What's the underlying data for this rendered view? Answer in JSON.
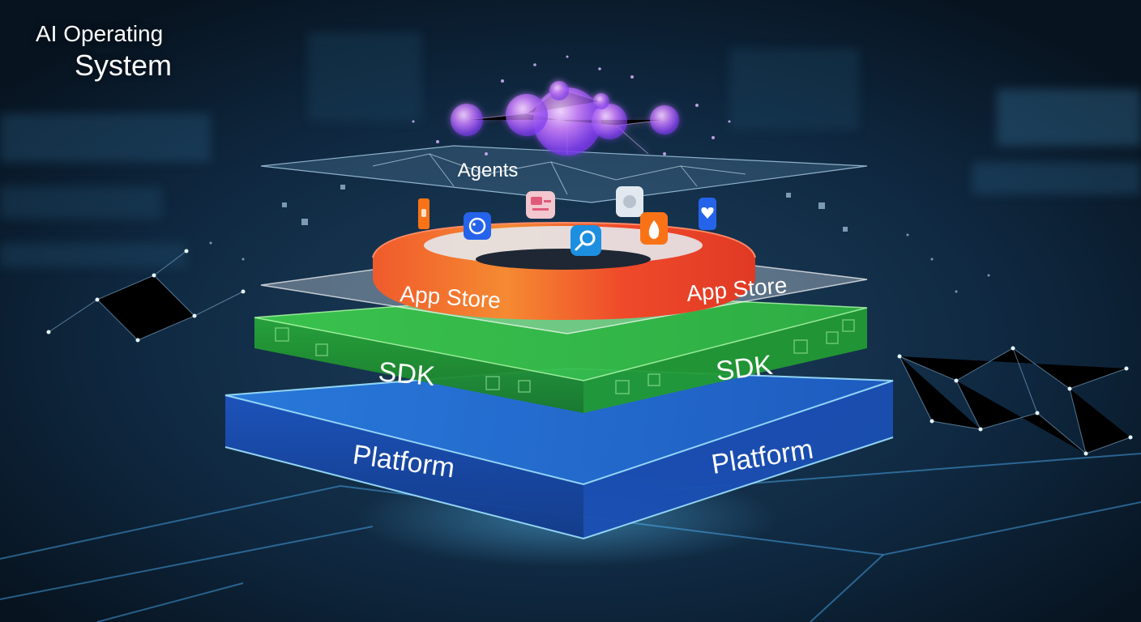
{
  "title": {
    "line1": "AI Operating",
    "line2": "System"
  },
  "layers": {
    "agents": {
      "label": "Agents",
      "color": "#a855f7"
    },
    "app_store": {
      "label_left": "App Store",
      "label_right": "App Store",
      "color": "#f05a2b"
    },
    "sdk": {
      "label_left": "SDK",
      "label_right": "SDK",
      "color": "#22b43a"
    },
    "platform": {
      "label_left": "Platform",
      "label_right": "Platform",
      "color": "#1e5fd8"
    }
  },
  "app_icons": [
    {
      "name": "orange-app-icon",
      "color": "#f97316"
    },
    {
      "name": "elephant-app-icon",
      "color": "#2563eb"
    },
    {
      "name": "chat-app-icon",
      "color": "#e05b7a"
    },
    {
      "name": "search-app-icon",
      "color": "#1d8fe0"
    },
    {
      "name": "gray-app-icon",
      "color": "#cbd5e1"
    },
    {
      "name": "flame-app-icon",
      "color": "#f97316"
    },
    {
      "name": "heart-app-icon",
      "color": "#2563eb"
    }
  ],
  "colors": {
    "background": "#0b1a2b",
    "accent": "#38bdf8",
    "neural": "#c084fc"
  }
}
